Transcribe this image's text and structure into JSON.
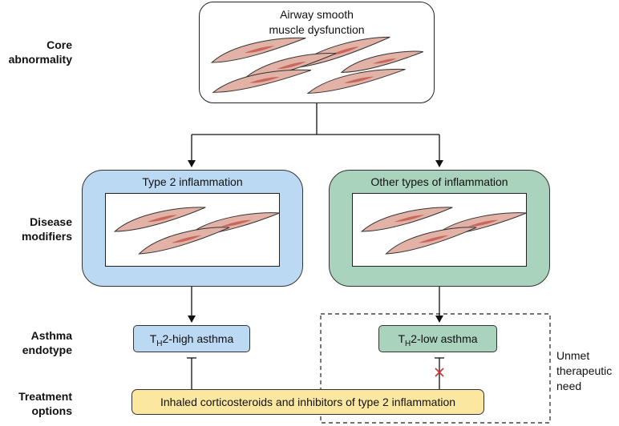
{
  "row_labels": {
    "core": [
      "Core",
      "abnormality"
    ],
    "modifiers": [
      "Disease",
      "modifiers"
    ],
    "endotype": [
      "Asthma",
      "endotype"
    ],
    "treatment": [
      "Treatment",
      "options"
    ]
  },
  "core_box": {
    "title_lines": [
      "Airway smooth",
      "muscle dysfunction"
    ]
  },
  "modifiers": {
    "type2_title": "Type 2 inflammation",
    "other_title": "Other types of inflammation"
  },
  "endotypes": {
    "high": {
      "prefix": "T",
      "sub": "H",
      "suffix": "2-high asthma"
    },
    "low": {
      "prefix": "T",
      "sub": "H",
      "suffix": "2-low asthma"
    }
  },
  "treatment_label": "Inhaled corticosteroids and inhibitors of type 2 inflammation",
  "unmet_lines": [
    "Unmet",
    "therapeutic",
    "need"
  ],
  "colors": {
    "type2_fill": "#bcd9f3",
    "other_fill": "#a9d3bc",
    "treatment_fill": "#fbe7a0",
    "cell_fill": "#e2b2a6",
    "cell_nucleus": "#c9675d",
    "x_mark": "#d03030"
  }
}
